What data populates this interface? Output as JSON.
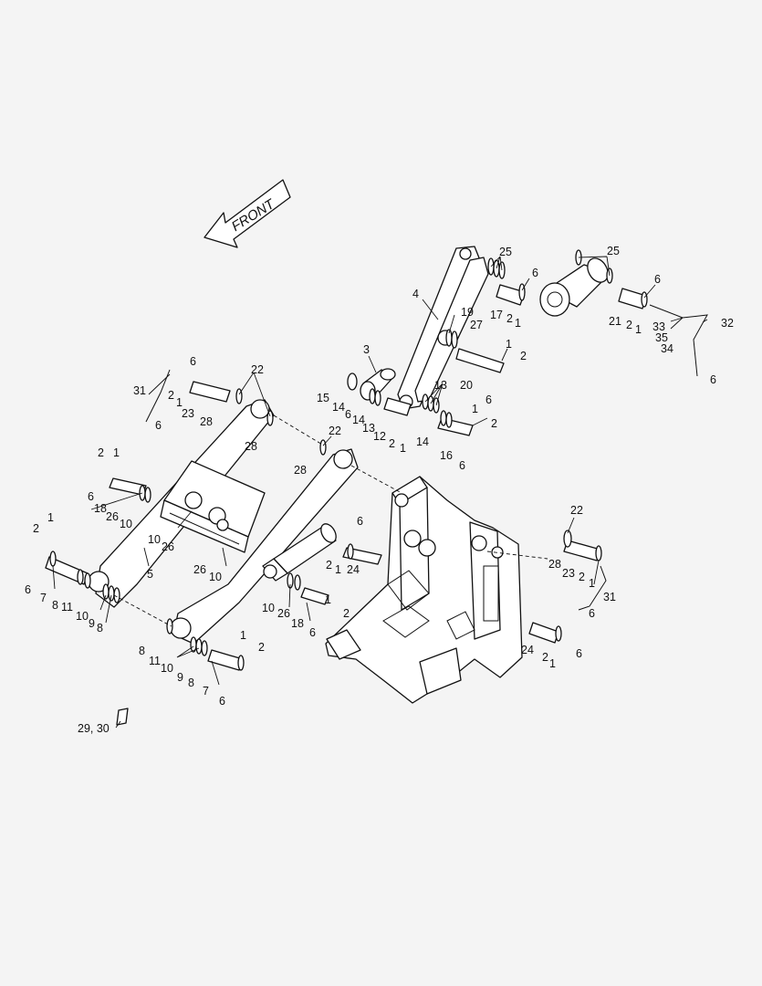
{
  "direction_label": "FRONT",
  "callouts": [
    {
      "id": "c-25a",
      "text": "25"
    },
    {
      "id": "c-25b",
      "text": "25"
    },
    {
      "id": "c-6a",
      "text": "6"
    },
    {
      "id": "c-6b",
      "text": "6"
    },
    {
      "id": "c-4",
      "text": "4"
    },
    {
      "id": "c-17",
      "text": "17"
    },
    {
      "id": "c-2a",
      "text": "2"
    },
    {
      "id": "c-1a",
      "text": "1"
    },
    {
      "id": "c-19",
      "text": "19"
    },
    {
      "id": "c-27",
      "text": "27"
    },
    {
      "id": "c-21",
      "text": "21"
    },
    {
      "id": "c-2b",
      "text": "2"
    },
    {
      "id": "c-1b",
      "text": "1"
    },
    {
      "id": "c-33",
      "text": "33"
    },
    {
      "id": "c-32",
      "text": "32"
    },
    {
      "id": "c-35",
      "text": "35"
    },
    {
      "id": "c-34",
      "text": "34"
    },
    {
      "id": "c-6c",
      "text": "6"
    },
    {
      "id": "c-3",
      "text": "3"
    },
    {
      "id": "c-1c",
      "text": "1"
    },
    {
      "id": "c-2c",
      "text": "2"
    },
    {
      "id": "c-20",
      "text": "20"
    },
    {
      "id": "c-6d",
      "text": "6"
    },
    {
      "id": "c-15",
      "text": "15"
    },
    {
      "id": "c-14a",
      "text": "14"
    },
    {
      "id": "c-6e",
      "text": "6"
    },
    {
      "id": "c-14b",
      "text": "14"
    },
    {
      "id": "c-13a",
      "text": "13"
    },
    {
      "id": "c-12",
      "text": "12"
    },
    {
      "id": "c-2d",
      "text": "2"
    },
    {
      "id": "c-1d",
      "text": "1"
    },
    {
      "id": "c-13b",
      "text": "13"
    },
    {
      "id": "c-14c",
      "text": "14"
    },
    {
      "id": "c-1e",
      "text": "1"
    },
    {
      "id": "c-2e",
      "text": "2"
    },
    {
      "id": "c-16",
      "text": "16"
    },
    {
      "id": "c-6f",
      "text": "6"
    },
    {
      "id": "c-6g",
      "text": "6"
    },
    {
      "id": "c-22a",
      "text": "22"
    },
    {
      "id": "c-31a",
      "text": "31"
    },
    {
      "id": "c-2f",
      "text": "2"
    },
    {
      "id": "c-1f",
      "text": "1"
    },
    {
      "id": "c-23a",
      "text": "23"
    },
    {
      "id": "c-28a",
      "text": "28"
    },
    {
      "id": "c-6h",
      "text": "6"
    },
    {
      "id": "c-28b",
      "text": "28"
    },
    {
      "id": "c-22b",
      "text": "22"
    },
    {
      "id": "c-28c",
      "text": "28"
    },
    {
      "id": "c-2g",
      "text": "2"
    },
    {
      "id": "c-1g",
      "text": "1"
    },
    {
      "id": "c-6i",
      "text": "6"
    },
    {
      "id": "c-18a",
      "text": "18"
    },
    {
      "id": "c-26a",
      "text": "26"
    },
    {
      "id": "c-10a",
      "text": "10"
    },
    {
      "id": "c-10b",
      "text": "10"
    },
    {
      "id": "c-26b",
      "text": "26"
    },
    {
      "id": "c-6j",
      "text": "6"
    },
    {
      "id": "c-2h",
      "text": "2"
    },
    {
      "id": "c-1h",
      "text": "1"
    },
    {
      "id": "c-24a",
      "text": "24"
    },
    {
      "id": "c-22c",
      "text": "22"
    },
    {
      "id": "c-28d",
      "text": "28"
    },
    {
      "id": "c-23b",
      "text": "23"
    },
    {
      "id": "c-2i",
      "text": "2"
    },
    {
      "id": "c-1i",
      "text": "1"
    },
    {
      "id": "c-31b",
      "text": "31"
    },
    {
      "id": "c-6k",
      "text": "6"
    },
    {
      "id": "c-2j",
      "text": "2"
    },
    {
      "id": "c-1j",
      "text": "1"
    },
    {
      "id": "c-6l",
      "text": "6"
    },
    {
      "id": "c-7a",
      "text": "7"
    },
    {
      "id": "c-8a",
      "text": "8"
    },
    {
      "id": "c-11a",
      "text": "11"
    },
    {
      "id": "c-10c",
      "text": "10"
    },
    {
      "id": "c-9a",
      "text": "9"
    },
    {
      "id": "c-8b",
      "text": "8"
    },
    {
      "id": "c-5",
      "text": "5"
    },
    {
      "id": "c-26c",
      "text": "26"
    },
    {
      "id": "c-10d",
      "text": "10"
    },
    {
      "id": "c-10e",
      "text": "10"
    },
    {
      "id": "c-26d",
      "text": "26"
    },
    {
      "id": "c-18b",
      "text": "18"
    },
    {
      "id": "c-6m",
      "text": "6"
    },
    {
      "id": "c-1k",
      "text": "1"
    },
    {
      "id": "c-2k",
      "text": "2"
    },
    {
      "id": "c-24b",
      "text": "24"
    },
    {
      "id": "c-2l",
      "text": "2"
    },
    {
      "id": "c-1l",
      "text": "1"
    },
    {
      "id": "c-6n",
      "text": "6"
    },
    {
      "id": "c-8c",
      "text": "8"
    },
    {
      "id": "c-11b",
      "text": "11"
    },
    {
      "id": "c-10f",
      "text": "10"
    },
    {
      "id": "c-9b",
      "text": "9"
    },
    {
      "id": "c-8d",
      "text": "8"
    },
    {
      "id": "c-7b",
      "text": "7"
    },
    {
      "id": "c-1m",
      "text": "1"
    },
    {
      "id": "c-2m",
      "text": "2"
    },
    {
      "id": "c-6o",
      "text": "6"
    },
    {
      "id": "c-2930",
      "text": "29, 30"
    }
  ]
}
